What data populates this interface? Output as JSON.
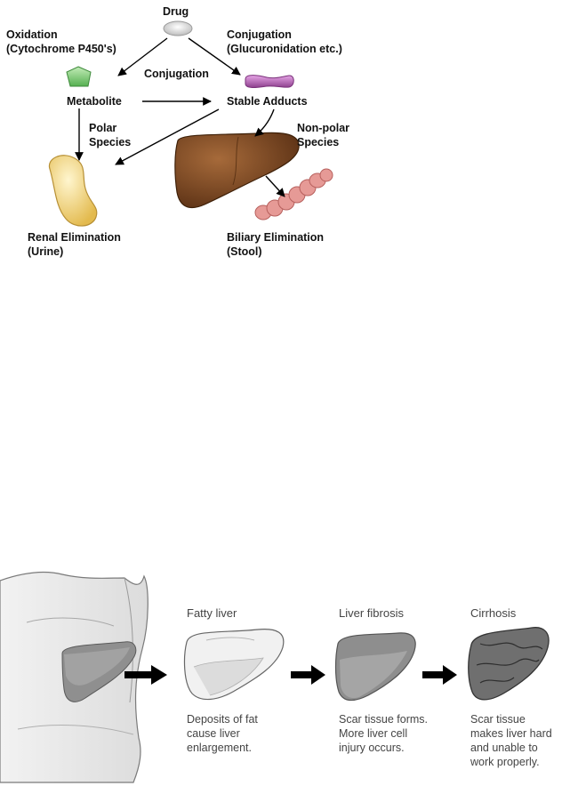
{
  "metabolism_diagram": {
    "drug": "Drug",
    "oxidation_title": "Oxidation",
    "oxidation_sub": "(Cytochrome P450's)",
    "conjugation_title": "Conjugation",
    "conjugation_sub": "(Glucuronidation etc.)",
    "conjugation_mid": "Conjugation",
    "metabolite": "Metabolite",
    "stable_adducts": "Stable Adducts",
    "polar_line1": "Polar",
    "polar_line2": "Species",
    "nonpolar_line1": "Non-polar",
    "nonpolar_line2": "Species",
    "renal_line1": "Renal Elimination",
    "renal_line2": "(Urine)",
    "biliary_line1": "Biliary Elimination",
    "biliary_line2": "(Stool)"
  },
  "liver_progression": {
    "stages": [
      {
        "title": "Fatty liver",
        "desc": [
          "Deposits of fat",
          "cause liver",
          "enlargement."
        ]
      },
      {
        "title": "Liver fibrosis",
        "desc": [
          "Scar tissue forms.",
          "More liver cell",
          "injury occurs."
        ]
      },
      {
        "title": "Cirrhosis",
        "desc": [
          "Scar tissue",
          "makes liver hard",
          "and unable to",
          "work properly."
        ]
      }
    ]
  },
  "colors": {
    "pill": "#e6e6e6",
    "metabolite": "#7fc97a",
    "adduct": "#b05cb0",
    "kidney": "#f6dc86",
    "liver": "#8a5228",
    "intestine": "#e69a96"
  }
}
